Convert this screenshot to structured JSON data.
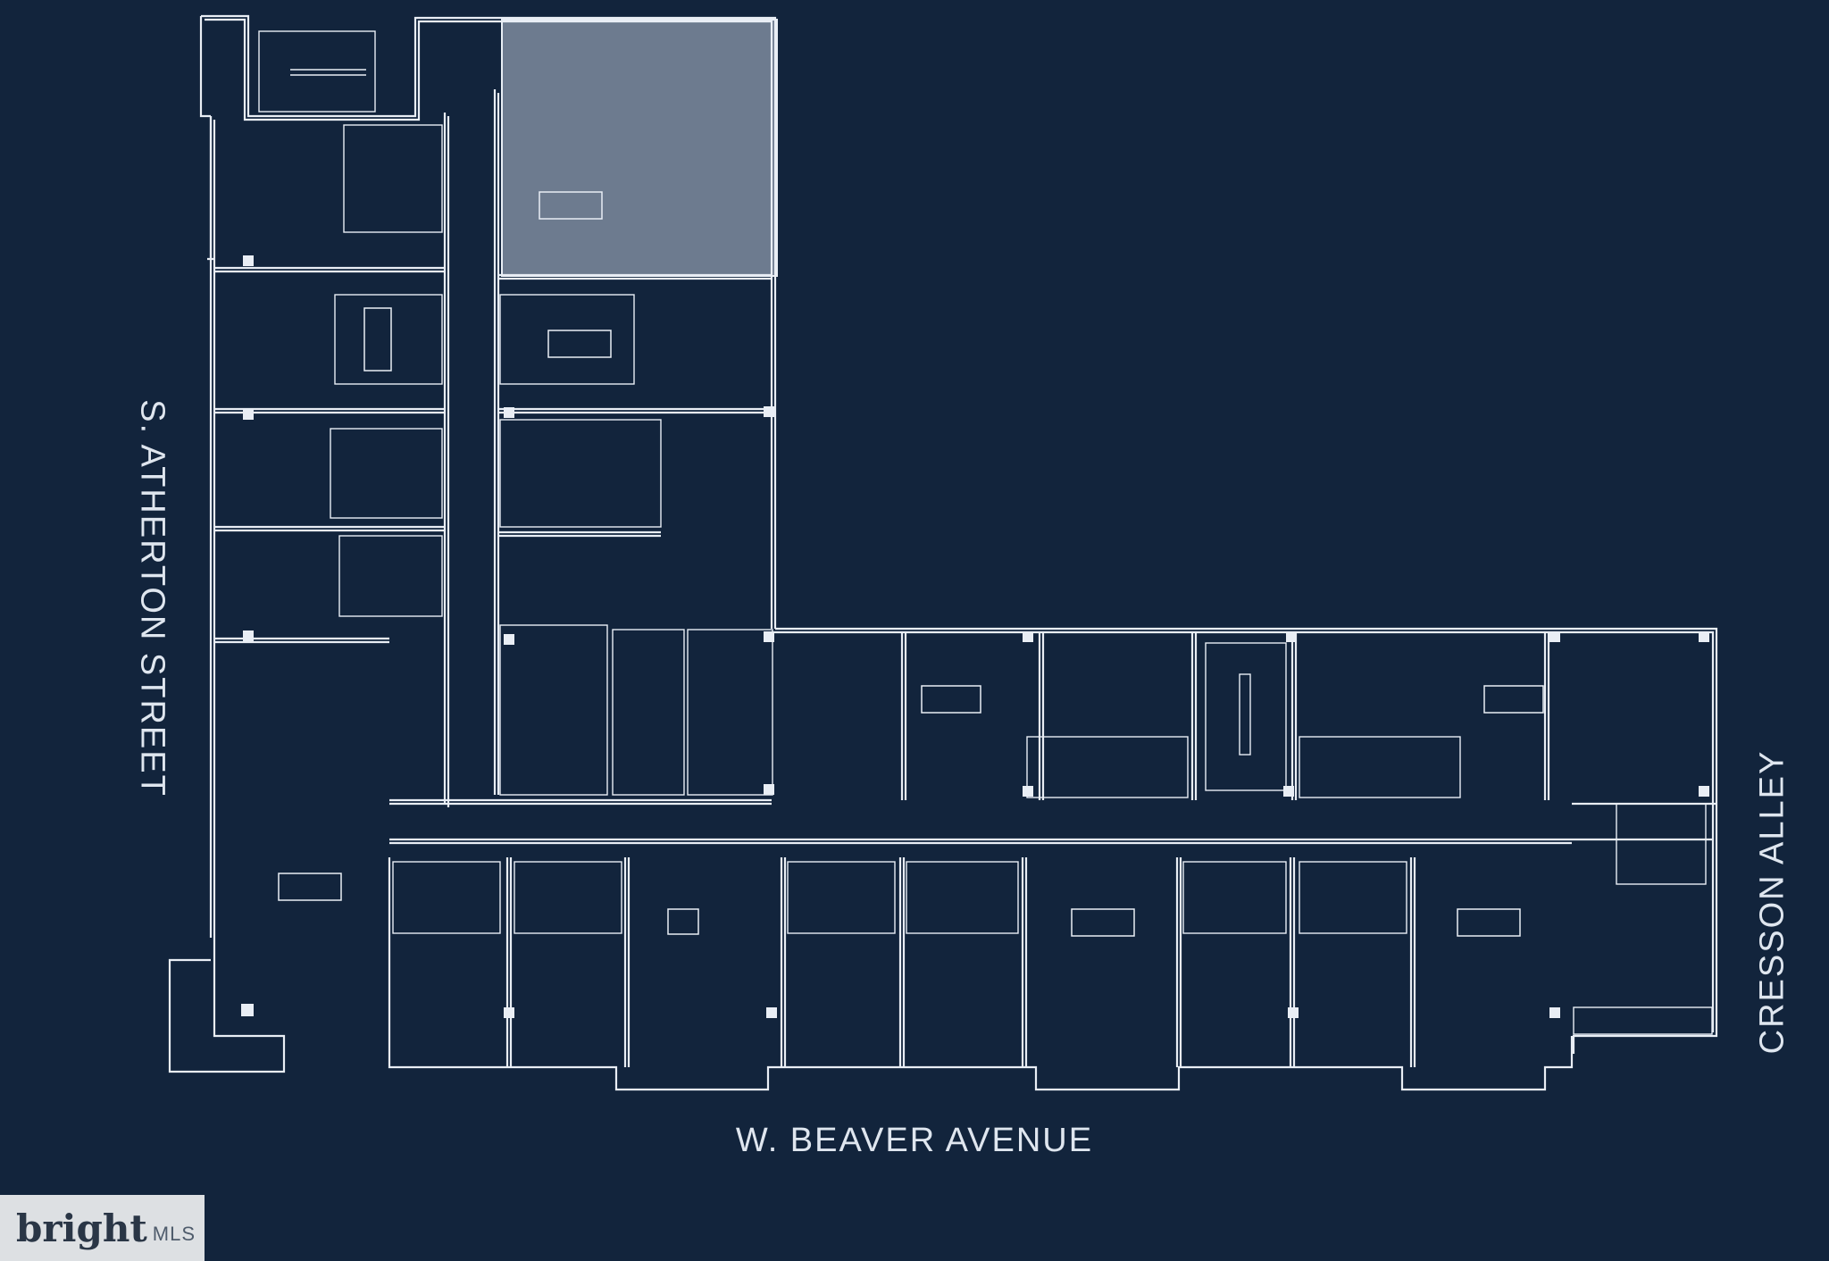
{
  "streets": {
    "left": "S. ATHERTON STREET",
    "bottom": "W. BEAVER AVENUE",
    "right": "CRESSON ALLEY"
  },
  "watermark": {
    "brand": "bright",
    "suffix": "MLS"
  },
  "colors": {
    "background": "#12243c",
    "lines": "#e9eef5",
    "highlight": "#6d7b8f"
  }
}
